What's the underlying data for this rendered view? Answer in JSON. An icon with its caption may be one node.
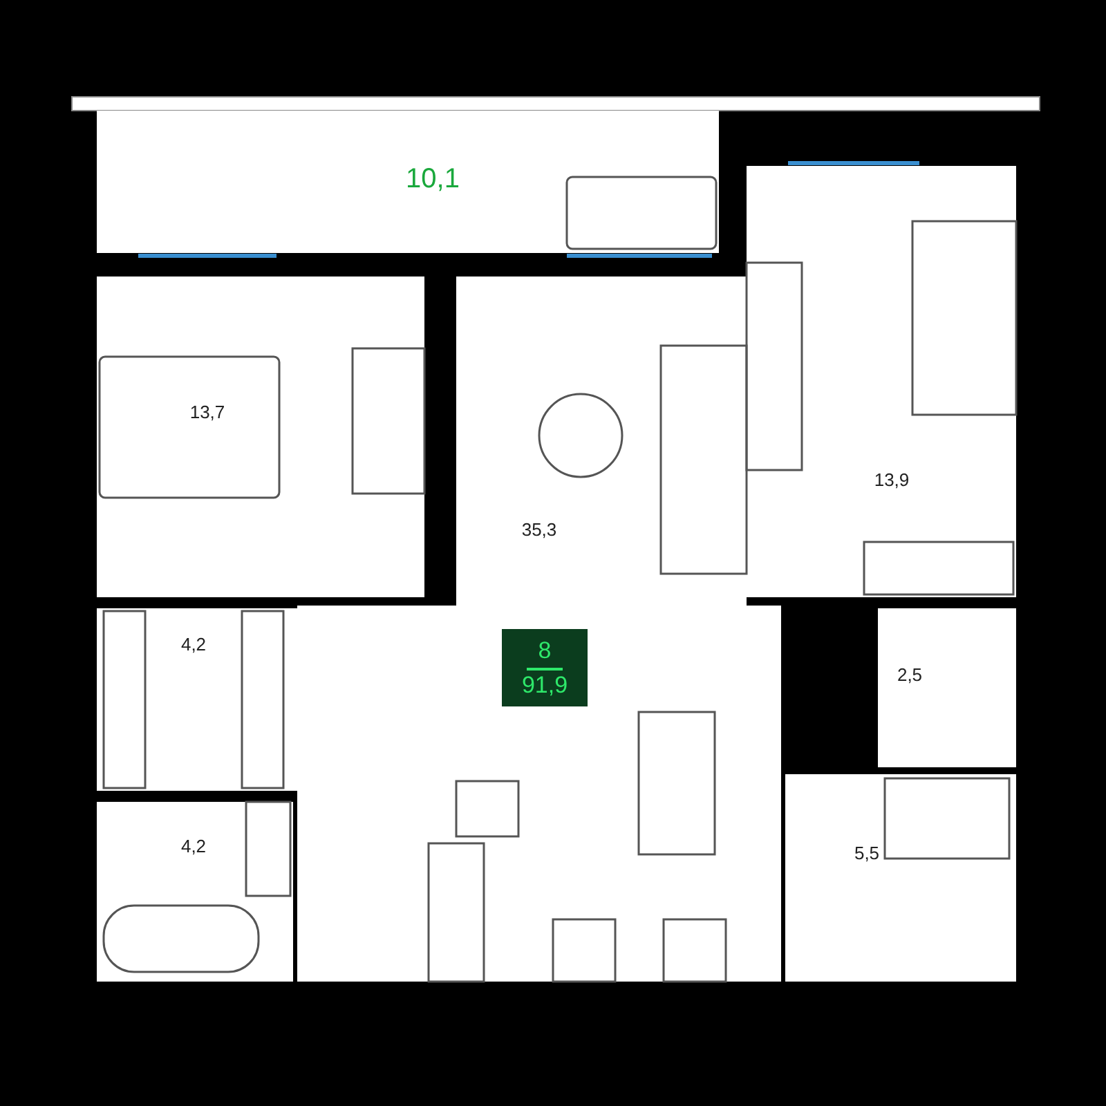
{
  "diagram": {
    "nodes": [
      {
        "text": [
          "8",
          "91,9"
        ]
      }
    ],
    "labels": [
      "10,1",
      "13,7",
      "35,3",
      "13,9",
      "4,2",
      "2,5",
      "4,2",
      "5,5"
    ]
  }
}
